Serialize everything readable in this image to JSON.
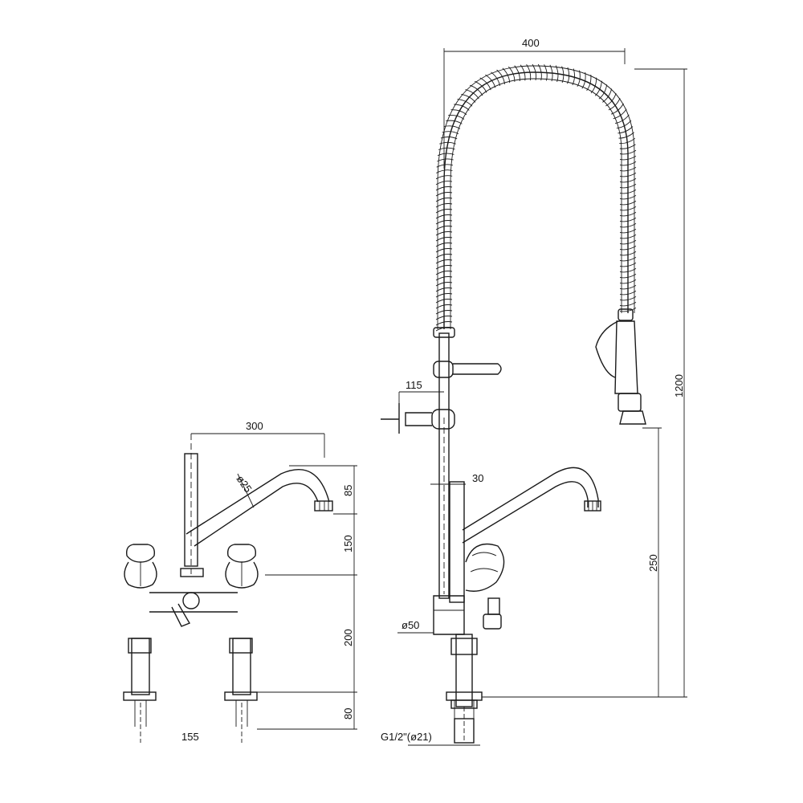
{
  "dimensions": {
    "width_400": "400",
    "height_1200": "1200",
    "arm_115": "115",
    "spout_30": "30",
    "height_250": "250",
    "base_dia_50": "ø50",
    "thread": "G1/2\"(ø21)",
    "spout_reach_300": "300",
    "spout_dia": "ø25",
    "rise_85": "85",
    "rise_150": "150",
    "rise_200": "200",
    "shank_80": "80",
    "spacing_155": "155"
  }
}
